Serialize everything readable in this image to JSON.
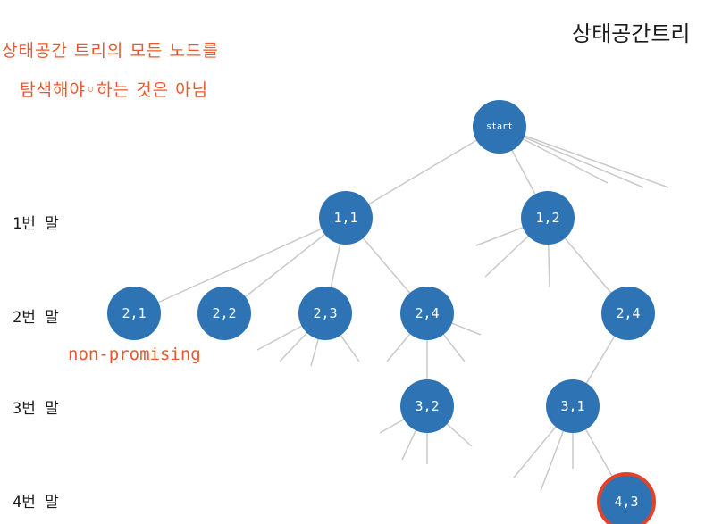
{
  "title": "상태공간트리",
  "notes": [
    "상태공간 트리의 모든 노드를",
    "탐색해야◦하는 것은 아님"
  ],
  "levels": [
    "1번 말",
    "2번 말",
    "3번 말",
    "4번 말"
  ],
  "non_promising_label": "non-promising",
  "colors": {
    "node": "#2e74b5",
    "accent": "#e8582c",
    "edge": "#c9c9c9",
    "highlight_ring": "#e0432a"
  },
  "nodes": [
    {
      "id": "start",
      "label": "start"
    },
    {
      "id": "n11",
      "label": "1,1"
    },
    {
      "id": "n12",
      "label": "1,2"
    },
    {
      "id": "n21",
      "label": "2,1"
    },
    {
      "id": "n22",
      "label": "2,2"
    },
    {
      "id": "n23",
      "label": "2,3"
    },
    {
      "id": "n24a",
      "label": "2,4"
    },
    {
      "id": "n24b",
      "label": "2,4"
    },
    {
      "id": "n32",
      "label": "3,2"
    },
    {
      "id": "n31",
      "label": "3,1"
    },
    {
      "id": "n43",
      "label": "4,3"
    }
  ]
}
